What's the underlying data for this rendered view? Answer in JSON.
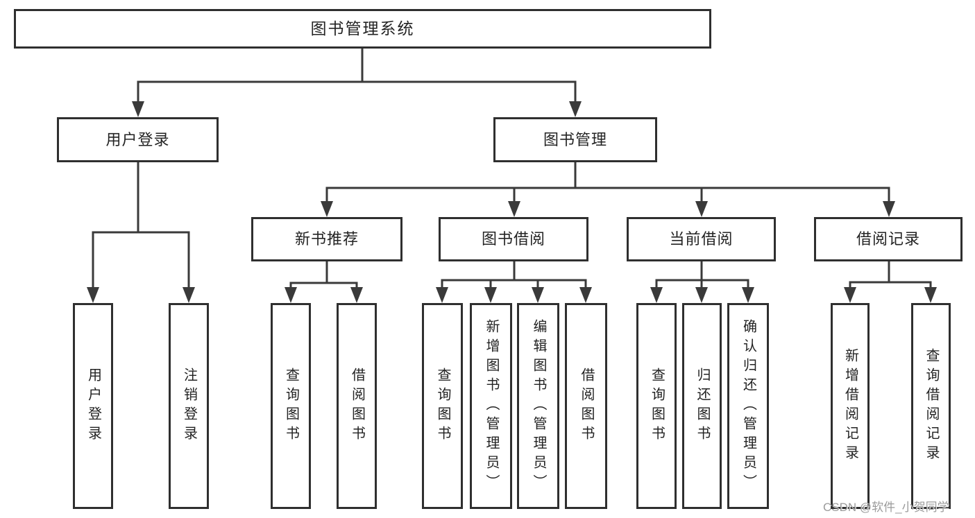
{
  "diagram_title": "图书管理系统",
  "tree": {
    "root": {
      "label": "图书管理系统"
    },
    "branches": [
      {
        "label": "用户登录",
        "children": [
          {
            "label": "用户登录"
          },
          {
            "label": "注销登录"
          }
        ]
      },
      {
        "label": "图书管理",
        "groups": [
          {
            "label": "新书推荐",
            "children": [
              {
                "label": "查询图书"
              },
              {
                "label": "借阅图书"
              }
            ]
          },
          {
            "label": "图书借阅",
            "children": [
              {
                "label": "查询图书"
              },
              {
                "label": "新增图书（管理员）"
              },
              {
                "label": "编辑图书（管理员）"
              },
              {
                "label": "借阅图书"
              }
            ]
          },
          {
            "label": "当前借阅",
            "children": [
              {
                "label": "查询图书"
              },
              {
                "label": "归还图书"
              },
              {
                "label": "确认归还（管理员）"
              }
            ]
          },
          {
            "label": "借阅记录",
            "children": [
              {
                "label": "新增借阅记录"
              },
              {
                "label": "查询借阅记录"
              }
            ]
          }
        ]
      }
    ]
  },
  "watermark": {
    "text": "CSDN @软件_小贺同学"
  },
  "colors": {
    "line": "#3a3a3a",
    "border": "#2f2f2f",
    "text": "#232323",
    "background": "#ffffff",
    "watermark": "#9b9b9b"
  }
}
